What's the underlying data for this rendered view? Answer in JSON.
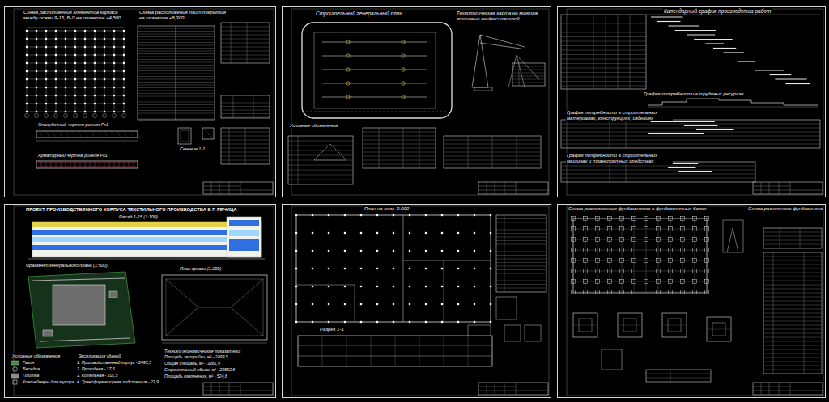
{
  "diagram": {
    "nodes": [
      {
        "text": [
          "Схема расположения элементов каркаса между осями 9-15, Б-Л на отметке +4,500",
          "Схема расположения плит покрытия на отметке +8,300",
          "Опалубочный чертеж ригеля Рк1",
          "Арматурный чертеж ригеля Рк1",
          "Сечение 1-1"
        ]
      },
      {
        "text": [
          "Строительный генеральный план",
          "Технологическая карта на монтаж стеновых сэндвич-панелей",
          "Условные обозначения"
        ]
      },
      {
        "text": [
          "Календарный график производства работ",
          "График потребности в трудовых ресурсах",
          "График потребности в строительных материалах, конструкциях, изделиях",
          "График потребности в строительных машинах и транспортных средствах"
        ]
      },
      {
        "text": [
          "ПРОЕКТ ПРОИЗВОДСТВЕННОГО КОРПУСА ТЕКСТИЛЬНОГО ПРОИЗВОДСТВА В Г. РЕЧИЦА",
          "Фасад 1-15 (1:100)",
          "Фрагмент генерального плана (1:500)",
          "План кровли (1:200)",
          "Условные обозначения",
          "Экспликация зданий",
          "1. Производственный корпус - 2493,5",
          "2. Проходная - 17,5",
          "3. Котельная - 101,5",
          "4. Трансформаторная подстанция - 21,9",
          "Технико-экономические показатели:",
          "Площадь застройки, м² - 2493,5",
          "Общая площадь, м² - 3361,9",
          "Строительный объем, м³ - 20552,8",
          "Площадь озеленения, м² - 524,8"
        ]
      },
      {
        "text": [
          "План на отм. 0.000",
          "Разрез 1-1"
        ]
      },
      {
        "text": [
          "Схема расположения фундаментов и фундаментных балок",
          "Схема расчетного фундамента"
        ]
      }
    ],
    "legend": [
      {
        "text": "Газон",
        "color": "#3f8f3f"
      },
      {
        "text": "Беседка"
      },
      {
        "text": "Плитка"
      },
      {
        "text": "Контейнеры для мусора"
      }
    ]
  }
}
